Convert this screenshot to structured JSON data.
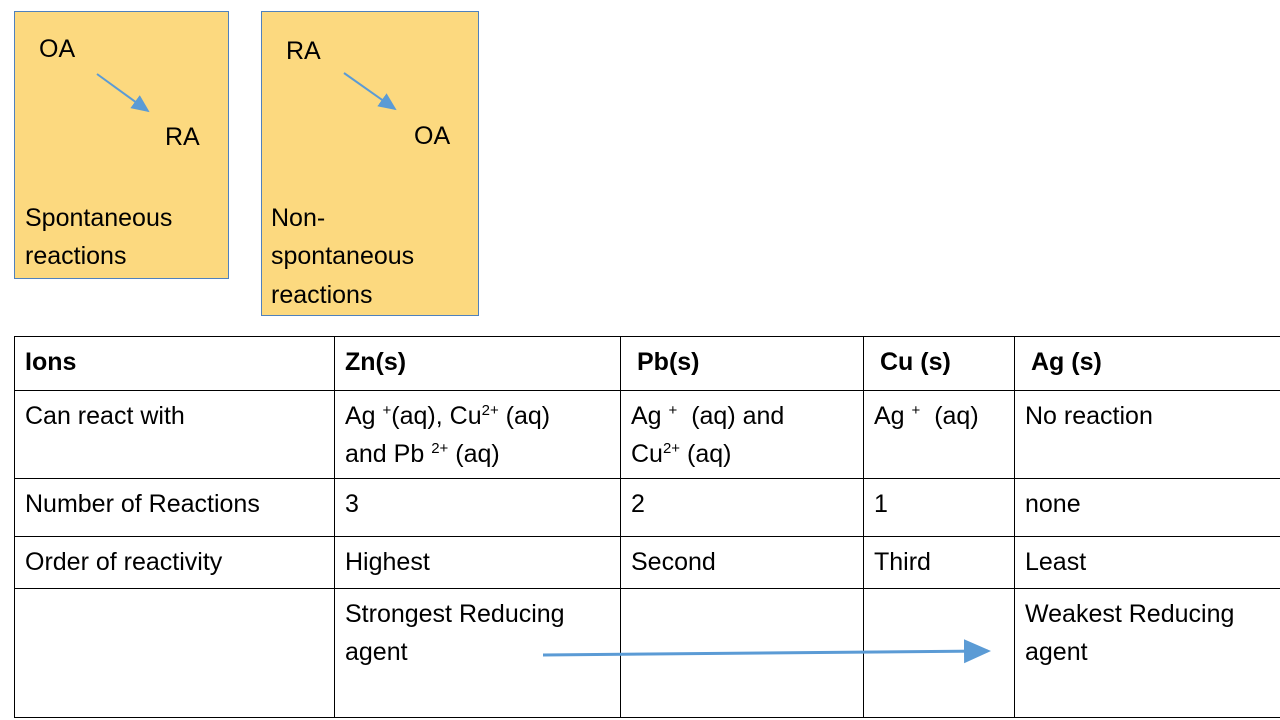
{
  "box_spontaneous": {
    "oa": "OA",
    "ra": "RA",
    "caption_line1": "Spontaneous",
    "caption_line2": "reactions"
  },
  "box_nonspontaneous": {
    "ra": "RA",
    "oa": "OA",
    "caption_line1": "Non-",
    "caption_line2": "spontaneous",
    "caption_line3": "reactions"
  },
  "table": {
    "headers": [
      "Ions",
      "Zn(s)",
      "Pb(s)",
      "Cu (s)",
      "Ag (s)"
    ],
    "row_can_react": {
      "label": "Can react with",
      "zn_ag": "Ag ",
      "zn_ag_sup": "+",
      "zn_ag_rest": "(aq), Cu",
      "zn_cu_sup": "2+",
      "zn_cu_rest": " (aq)",
      "zn_line2_a": "and Pb ",
      "zn_pb_sup": "2+",
      "zn_line2_b": " (aq)",
      "pb_ag": "Ag ",
      "pb_ag_sup": "+",
      "pb_ag_rest": "  (aq) and",
      "pb_cu": "Cu",
      "pb_cu_sup": "2+",
      "pb_cu_rest": " (aq)",
      "cu_ag": "Ag ",
      "cu_ag_sup": "+",
      "cu_ag_rest": "  (aq)",
      "ag": "No reaction"
    },
    "row_number": {
      "label": "Number of Reactions",
      "values": [
        "3",
        "2",
        "1",
        "none"
      ]
    },
    "row_order": {
      "label": "Order of reactivity",
      "values": [
        "Highest",
        "Second",
        "Third",
        "Least"
      ]
    },
    "row_agent": {
      "strongest": "Strongest Reducing agent",
      "weakest": "Weakest Reducing agent"
    }
  },
  "colors": {
    "box_fill": "#fcd97f",
    "box_border": "#4f81bd",
    "arrow": "#5b9bd5"
  }
}
